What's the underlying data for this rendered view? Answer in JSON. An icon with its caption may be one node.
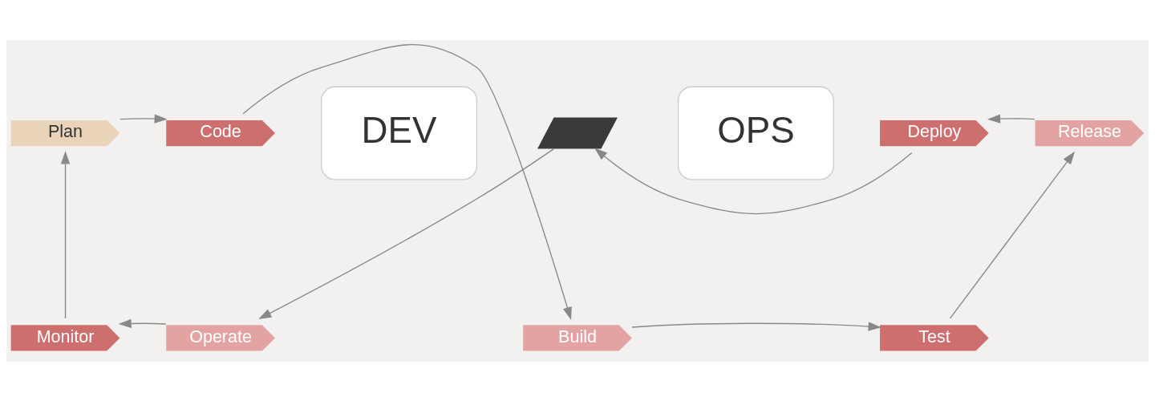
{
  "diagram": {
    "nodes": [
      {
        "text": [
          "Plan"
        ]
      },
      {
        "text": [
          "Code"
        ]
      },
      {
        "text": [
          "Build"
        ]
      },
      {
        "text": [
          "Test"
        ]
      },
      {
        "text": [
          "Release"
        ]
      },
      {
        "text": [
          "Deploy"
        ]
      },
      {
        "text": [],
        "shape": "bar"
      },
      {
        "text": [
          "Operate"
        ]
      },
      {
        "text": [
          "Monitor"
        ]
      },
      {
        "text": [
          "DEV"
        ]
      },
      {
        "text": [
          "OPS"
        ]
      }
    ],
    "edges": [
      {
        "from": 0,
        "to": 1,
        "arrow": "to"
      },
      {
        "from": 1,
        "to": 2,
        "arrow": "to"
      },
      {
        "from": 2,
        "to": 3,
        "arrow": "to"
      },
      {
        "from": 3,
        "to": 4,
        "arrow": "to"
      },
      {
        "from": 4,
        "to": 5,
        "arrow": "to"
      },
      {
        "from": 5,
        "to": 6,
        "arrow": "to"
      },
      {
        "from": 6,
        "to": 7,
        "arrow": "to"
      },
      {
        "from": 7,
        "to": 8,
        "arrow": "to"
      },
      {
        "from": 8,
        "to": 0,
        "arrow": "to"
      }
    ]
  }
}
